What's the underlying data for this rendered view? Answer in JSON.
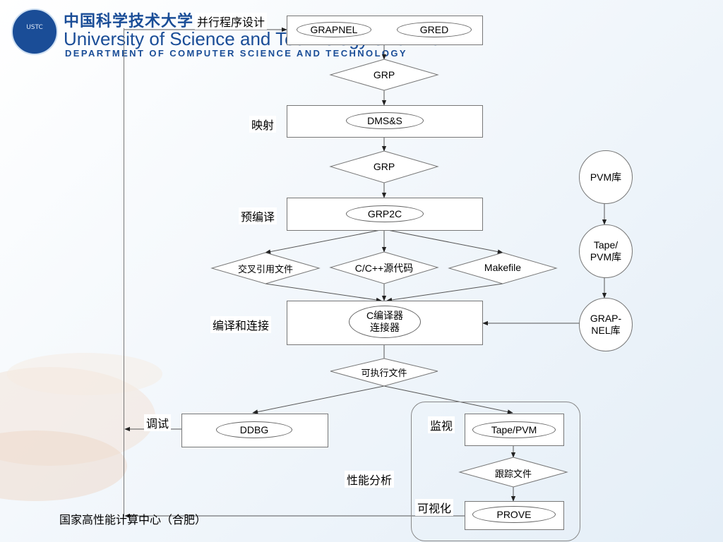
{
  "header": {
    "logo_text": "USTC",
    "university_cn": "中国科学技术大学",
    "university_en": "University of Science and Technology of China",
    "department": "DEPARTMENT OF COMPUTER SCIENCE AND TECHNOLOGY"
  },
  "footer": "国家高性能计算中心（合肥）",
  "colors": {
    "header_blue": "#1a4d97",
    "line": "#555555",
    "frame": "#777777"
  },
  "stages": {
    "parallel_design": "并行程序设计",
    "mapping": "映射",
    "precompile": "预编译",
    "compile_link": "编译和连接",
    "debug": "调试",
    "monitor": "监视",
    "perf_analysis": "性能分析",
    "visualization": "可视化"
  },
  "nodes": {
    "grapnel": "GRAPNEL",
    "gred": "GRED",
    "grp_1": "GRP",
    "dms": "DMS&S",
    "grp_2": "GRP",
    "grp2c": "GRP2C",
    "xref": "交叉引用文件",
    "csource": "C/C++源代码",
    "makefile": "Makefile",
    "compiler_line1": "C编译器",
    "compiler_line2": "连接器",
    "executable": "可执行文件",
    "ddbg": "DDBG",
    "tape_pvm": "Tape/PVM",
    "trace_file": "跟踪文件",
    "prove": "PROVE"
  },
  "libraries": {
    "pvm_line1": "PVM库",
    "tape_line1": "Tape/",
    "tape_line2": "PVM库",
    "grapnel_line1": "GRAP-",
    "grapnel_line2": "NEL库"
  }
}
